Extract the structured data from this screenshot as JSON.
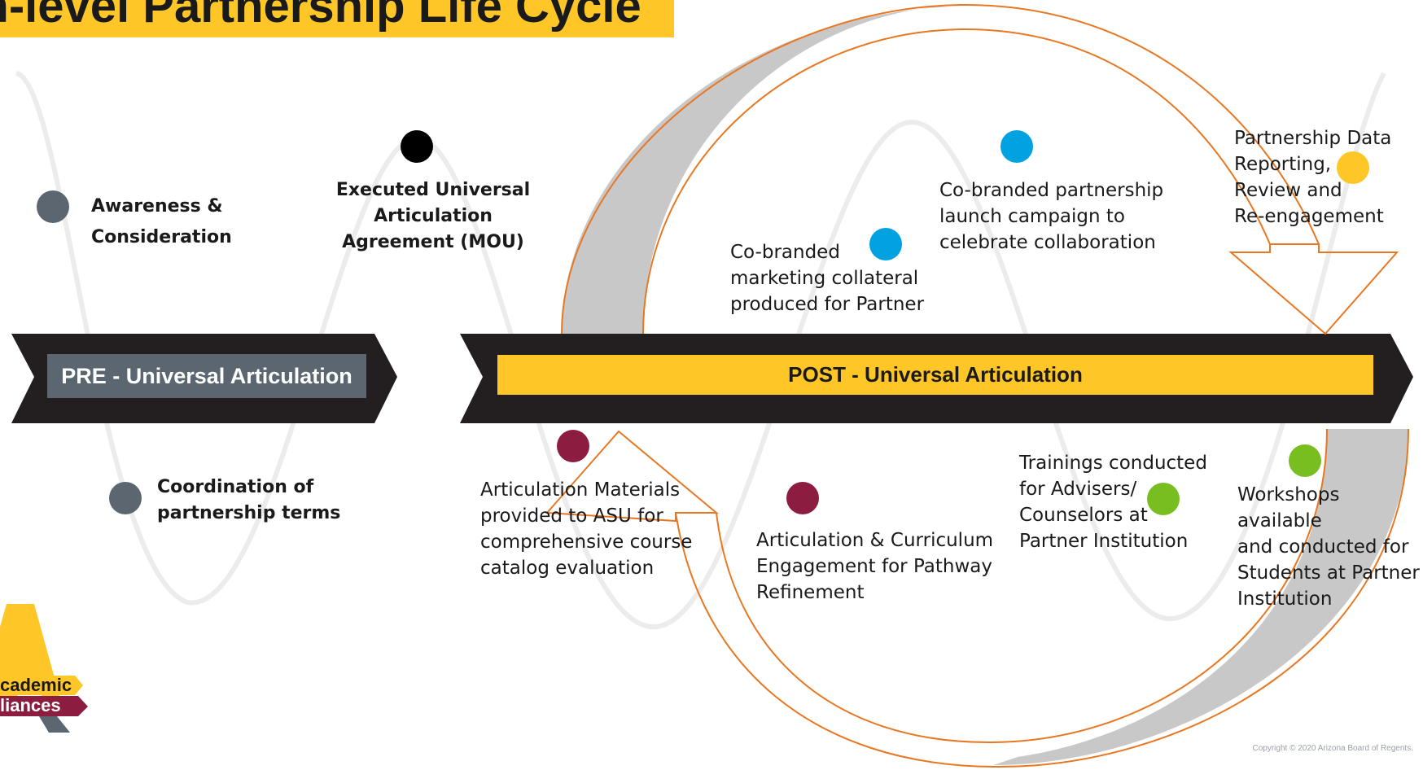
{
  "title": "gh-level Partnership Life Cycle",
  "pre_banner": "PRE - Universal Articulation",
  "post_banner": "POST - Universal Articulation",
  "colors": {
    "gold": "#ffc627",
    "maroon": "#8c1d40",
    "gray": "#5c6670",
    "blue": "#00a3e0",
    "green": "#78be20",
    "orange": "#e87722",
    "black": "#000000"
  },
  "stages": [
    {
      "id": "awareness",
      "line1": "Awareness &",
      "line2": "Consideration",
      "dot_color": "gray"
    },
    {
      "id": "mou",
      "line1": "Executed Universal",
      "line2": "Articulation",
      "line3": "Agreement (MOU)",
      "dot_color": "black"
    },
    {
      "id": "coordination",
      "line1": "Coordination of",
      "line2": "partnership terms",
      "dot_color": "gray"
    },
    {
      "id": "collateral",
      "line1": "Co-branded",
      "line2": "marketing collateral",
      "line3": "produced for Partner",
      "dot_color": "blue"
    },
    {
      "id": "launch",
      "line1": "Co-branded partnership",
      "line2": "launch campaign to",
      "line3": "celebrate collaboration",
      "dot_color": "blue"
    },
    {
      "id": "data",
      "line1": "Partnership Data",
      "line2": "Reporting,",
      "line3": "Review and",
      "line4": "Re-engagement",
      "dot_color": "gold"
    },
    {
      "id": "materials",
      "line1": "Articulation Materials",
      "line2": "provided to ASU for",
      "line3": "comprehensive course",
      "line4": "catalog evaluation",
      "dot_color": "maroon"
    },
    {
      "id": "curriculum",
      "line1": "Articulation & Curriculum",
      "line2": "Engagement for Pathway",
      "line3": "Refinement",
      "dot_color": "maroon"
    },
    {
      "id": "trainings",
      "line1": "Trainings conducted",
      "line2": "for Advisers/",
      "line3": "Counselors at",
      "line4": "Partner Institution",
      "dot_color": "green"
    },
    {
      "id": "workshops",
      "line1": "Workshops available",
      "line2": "and conducted for",
      "line3": "Students at Partner",
      "line4": "Institution",
      "dot_color": "green"
    }
  ],
  "logo": {
    "line1": "cademic",
    "line2": "liances"
  },
  "copyright": "Copyright © 2020  Arizona Board of Regents."
}
